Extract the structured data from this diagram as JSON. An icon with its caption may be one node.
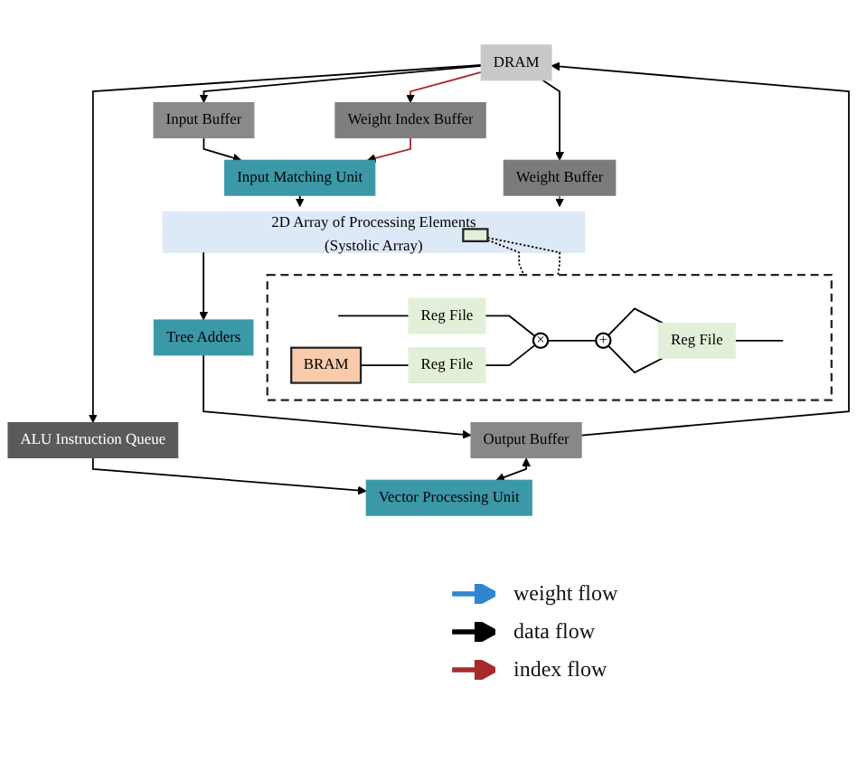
{
  "diagram": {
    "nodes": [
      {
        "text": [
          "DRAM"
        ]
      },
      {
        "text": [
          "ALU Instruction Queue"
        ]
      },
      {
        "text": [
          "Input Buffer"
        ]
      },
      {
        "text": [
          "Weight Index Buffer"
        ]
      },
      {
        "text": [
          "Input Matching Unit"
        ]
      },
      {
        "text": [
          "Weight Buffer"
        ]
      },
      {
        "text": [
          "2D Array of Processing Elements",
          "(Systolic Array)"
        ]
      },
      {
        "text": [],
        "shape": "box",
        "in": 6
      },
      {
        "text": [
          "Tree Adders"
        ]
      },
      {
        "text": [
          "Output Buffer"
        ]
      },
      {
        "text": [
          "Vector Processing Unit"
        ]
      },
      {
        "text": [],
        "shape": "box"
      },
      {
        "text": [
          "BRAM"
        ],
        "in": 11
      },
      {
        "text": [
          "Reg File"
        ],
        "in": 11
      },
      {
        "text": [
          "Reg File"
        ],
        "in": 11
      },
      {
        "text": [
          "×"
        ],
        "in": 11
      },
      {
        "text": [
          "+"
        ],
        "in": 11
      },
      {
        "text": [
          "Reg File"
        ],
        "in": 11
      }
    ],
    "edges": [
      {
        "from": 0,
        "to": 1,
        "arrow": "to"
      },
      {
        "from": 0,
        "to": 2,
        "arrow": "to"
      },
      {
        "from": 0,
        "to": 3,
        "arrow": "to",
        "color": "#a8292b"
      },
      {
        "from": 0,
        "to": 5,
        "arrow": "to"
      },
      {
        "from": 2,
        "to": 4,
        "arrow": "to"
      },
      {
        "from": 3,
        "to": 4,
        "arrow": "to",
        "color": "#a8292b"
      },
      {
        "from": 4,
        "to": 6,
        "arrow": "to"
      },
      {
        "from": 5,
        "to": 6,
        "arrow": "to",
        "color": "#2e86d0"
      },
      {
        "from": 6,
        "to": 8,
        "arrow": "to"
      },
      {
        "from": 1,
        "to": 10,
        "arrow": "to"
      },
      {
        "from": 8,
        "to": 9,
        "arrow": "to"
      },
      {
        "from": 9,
        "to": 10,
        "arrow": "both"
      },
      {
        "from": 9,
        "to": 0,
        "arrow": "to"
      },
      {
        "from": 7,
        "to": 11,
        "arrow": "none",
        "style": "dashed"
      },
      {
        "from": 7,
        "to": 11,
        "arrow": "none",
        "style": "dashed"
      },
      {
        "from": 12,
        "to": 14,
        "arrow": "none"
      },
      {
        "from": null,
        "to": 13,
        "arrow": "none"
      },
      {
        "from": 13,
        "to": 15,
        "arrow": "none"
      },
      {
        "from": 14,
        "to": 15,
        "arrow": "none"
      },
      {
        "from": 15,
        "to": 16,
        "arrow": "none"
      },
      {
        "from": 16,
        "to": 17,
        "arrow": "none"
      },
      {
        "from": 17,
        "to": 16,
        "arrow": "none"
      },
      {
        "from": 17,
        "to": null,
        "arrow": "none"
      }
    ],
    "legend": [
      {
        "text": "weight flow"
      },
      {
        "text": "data flow"
      },
      {
        "text": "index flow"
      }
    ]
  }
}
